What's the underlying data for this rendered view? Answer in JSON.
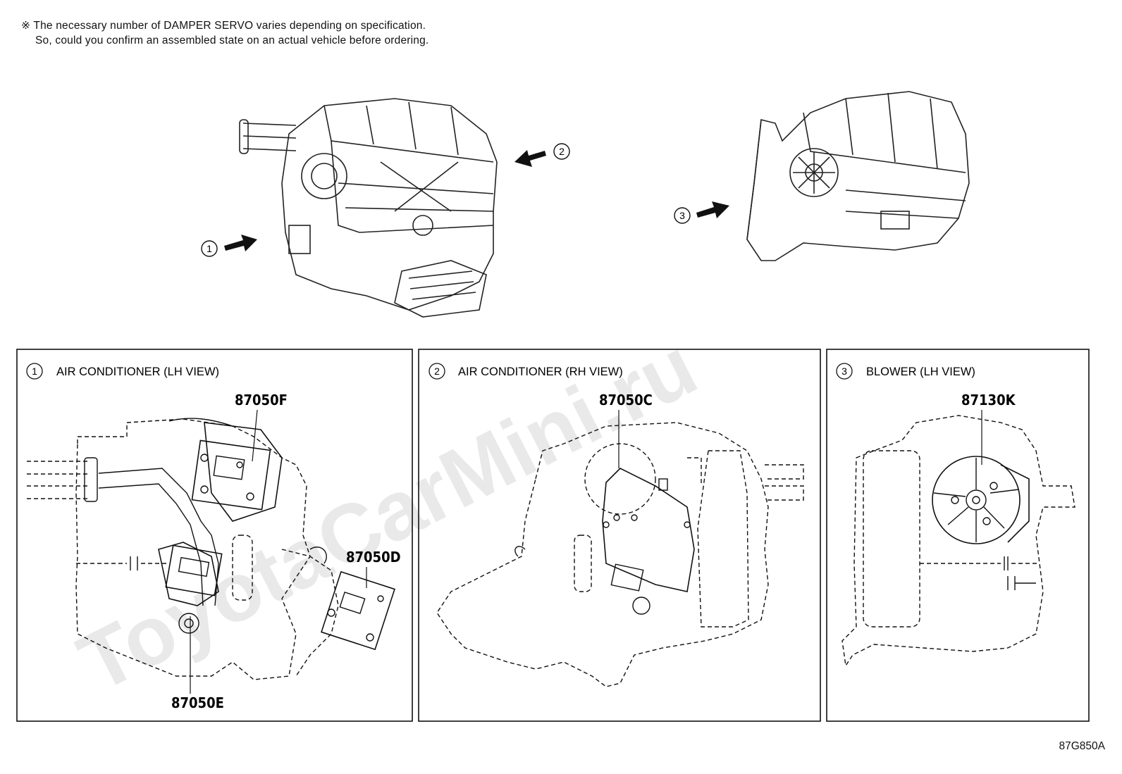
{
  "note": {
    "line1": "※ The necessary number of DAMPER SERVO varies depending on specification.",
    "line2": "So, could you confirm an assembled state on an actual vehicle before ordering."
  },
  "watermark": "ToyotaCarMini.ru",
  "callouts": {
    "c1": "1",
    "c2": "2",
    "c3": "3"
  },
  "panels": [
    {
      "num": "1",
      "title": "AIR CONDITIONER (LH VIEW)",
      "parts": [
        "87050F",
        "87050D",
        "87050E"
      ]
    },
    {
      "num": "2",
      "title": "AIR CONDITIONER (RH VIEW)",
      "parts": [
        "87050C"
      ]
    },
    {
      "num": "3",
      "title": "BLOWER (LH VIEW)",
      "parts": [
        "87130K"
      ]
    }
  ],
  "figure_code": "87G850A"
}
